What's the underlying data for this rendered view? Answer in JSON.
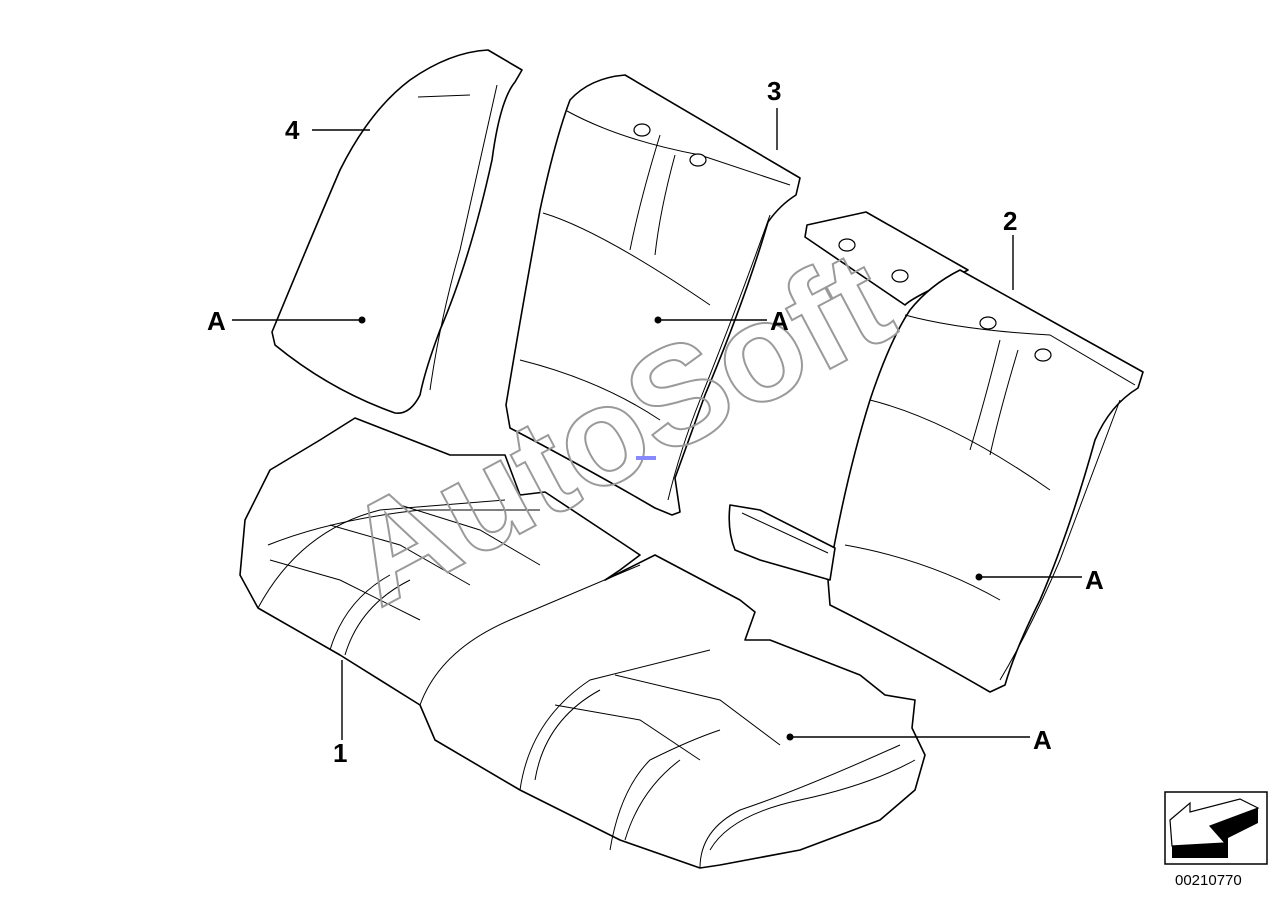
{
  "diagram": {
    "callouts": {
      "part1": "1",
      "part2": "2",
      "part3": "3",
      "part4": "4",
      "ref_a1": "A",
      "ref_a2": "A",
      "ref_a3": "A",
      "ref_a4": "A"
    },
    "watermark": "AutoSoft",
    "reference_number": "00210770",
    "colors": {
      "line": "#000000",
      "background": "#ffffff",
      "watermark": "#9a9a9a",
      "mark": "#8888ff"
    }
  }
}
